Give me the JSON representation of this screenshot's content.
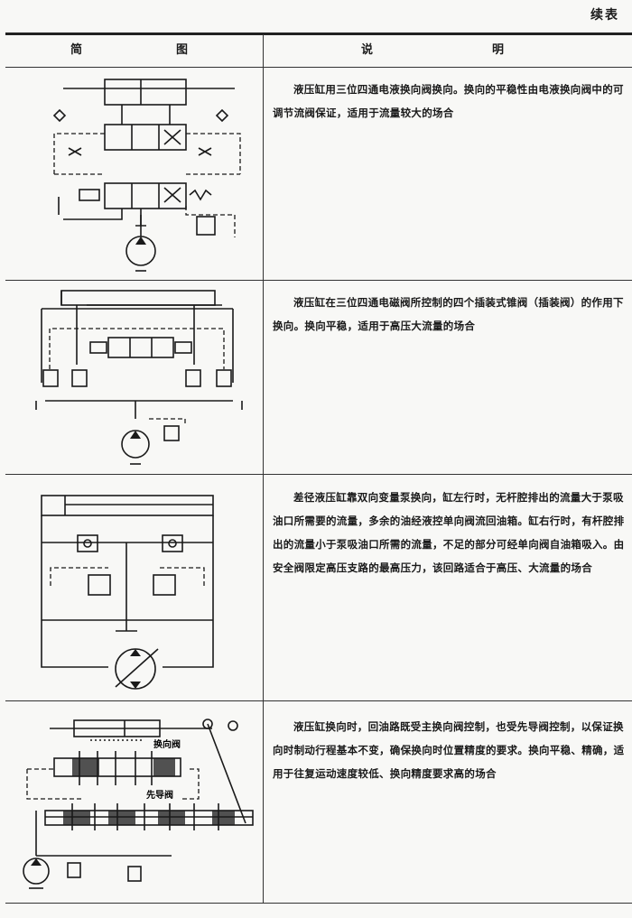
{
  "continued_label": "续表",
  "header": {
    "diagram_col": [
      "简",
      "图"
    ],
    "description_col": [
      "说",
      "明"
    ]
  },
  "rows": [
    {
      "description": "液压缸用三位四通电液换向阀换向。换向的平稳性由电液换向阀中的可调节流阀保证，适用于流量较大的场合"
    },
    {
      "description": "液压缸在三位四通电磁阀所控制的四个插装式锥阀（插装阀）的作用下换向。换向平稳，适用于高压大流量的场合"
    },
    {
      "description": "差径液压缸靠双向变量泵换向，缸左行时，无杆腔排出的流量大于泵吸油口所需要的流量，多余的油经液控单向阀流回油箱。缸右行时，有杆腔排出的流量小于泵吸油口所需的流量，不足的部分可经单向阀自油箱吸入。由安全阀限定高压支路的最高压力，该回路适合于高压、大流量的场合"
    },
    {
      "description": "液压缸换向时，回油路既受主换向阀控制，也受先导阀控制，以保证换向时制动行程基本不变，确保换向时位置精度的要求。换向平稳、精确，适用于往复运动速度较低、换向精度要求高的场合",
      "labels": {
        "main_valve": "换向阀",
        "pilot_valve": "先导阀"
      }
    }
  ]
}
